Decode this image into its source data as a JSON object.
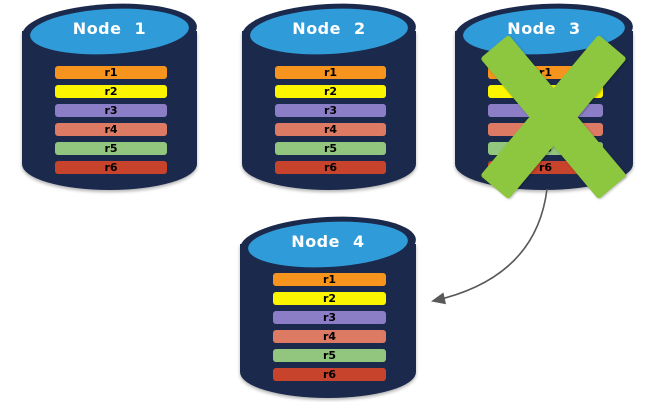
{
  "nodes": [
    {
      "label": "Node 1",
      "status": "active"
    },
    {
      "label": "Node 2",
      "status": "active"
    },
    {
      "label": "Node 3",
      "status": "failed"
    },
    {
      "label": "Node 4",
      "status": "active"
    }
  ],
  "record_rows": [
    {
      "label": "r1",
      "color": "#F7941D"
    },
    {
      "label": "r2",
      "color": "#FCF500"
    },
    {
      "label": "r3",
      "color": "#8C7EC6"
    },
    {
      "label": "r4",
      "color": "#DD7A64"
    },
    {
      "label": "r5",
      "color": "#92C57D"
    },
    {
      "label": "r6",
      "color": "#C8432B"
    }
  ],
  "colors": {
    "cylinder_body": "#1B2A4C",
    "cylinder_top": "#2F9BD9",
    "node_label_text": "#FFFFFF",
    "row_label_text": "#000000",
    "failure_x": "#8DC63F",
    "arrow": "#595959",
    "background": "#FFFFFF"
  }
}
